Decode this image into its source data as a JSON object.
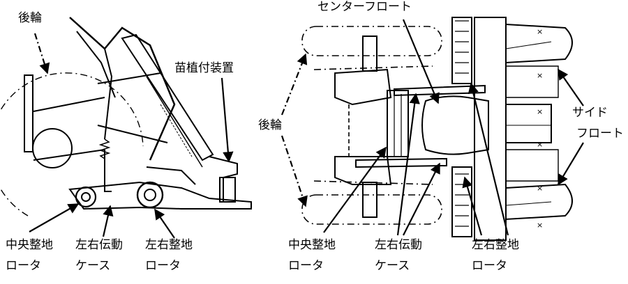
{
  "labels": {
    "left_rear_wheel": "後輪",
    "seedling_planter": "苗植付装置",
    "left_center_rotor_1": "中央整地",
    "left_center_rotor_2": "ロータ",
    "left_gear_case_1": "左右伝動",
    "left_gear_case_2": "ケース",
    "left_side_rotor_1": "左右整地",
    "left_side_rotor_2": "ロータ",
    "center_float": "センターフロート",
    "right_rear_wheel": "後輪",
    "side_float_1": "サイド",
    "side_float_2": "フロート",
    "right_center_rotor_1": "中央整地",
    "right_center_rotor_2": "ロータ",
    "right_gear_case_1": "左右伝動",
    "right_gear_case_2": "ケース",
    "right_side_rotor_1": "左右整地",
    "right_side_rotor_2": "ロータ"
  },
  "marks": {
    "cross": "×"
  },
  "colors": {
    "line": "#000000",
    "background": "#ffffff"
  }
}
